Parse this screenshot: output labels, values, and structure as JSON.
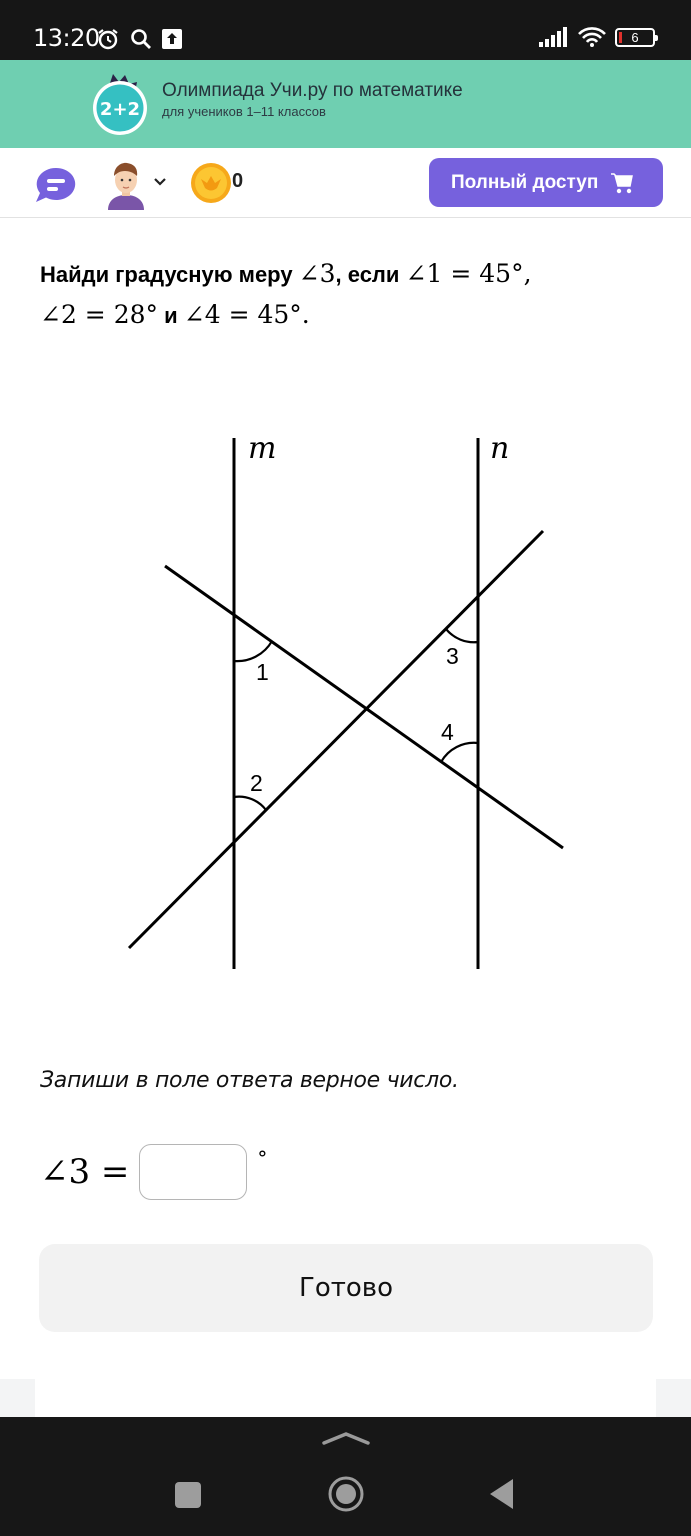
{
  "status_bar": {
    "time": "13:20",
    "battery_level": "6",
    "icons_left": [
      "alarm-icon",
      "search-icon",
      "upload-icon"
    ],
    "icons_right": [
      "signal-icon",
      "wifi-icon",
      "battery-icon"
    ]
  },
  "banner": {
    "logo_text": "2+2",
    "title": "Олимпиада Учи.ру по математике",
    "subtitle": "для учеников 1–11 классов",
    "background": "#6fcfb1"
  },
  "topbar": {
    "coins": "0",
    "full_access_label": "Полный доступ",
    "accent": "#7661dd"
  },
  "task": {
    "q_prefix": "Найди градусную меру ",
    "q_angle3": "∠3",
    "q_if": ", если ",
    "q_angle1": "∠1 = 45°",
    "q_comma": ",",
    "q_angle2": "∠2 = 28°",
    "q_and": " и ",
    "q_angle4": "∠4 = 45°",
    "q_end": ".",
    "instruction": "Запиши в поле ответа верное число.",
    "answer_label": "∠3 =",
    "answer_value": "",
    "degree_symbol": "°",
    "done_label": "Готово"
  },
  "figure": {
    "line_labels": [
      "m",
      "n"
    ],
    "angle_labels": [
      "1",
      "2",
      "3",
      "4"
    ]
  },
  "navbar": {
    "buttons": [
      "recents-button",
      "home-button",
      "back-button"
    ]
  }
}
